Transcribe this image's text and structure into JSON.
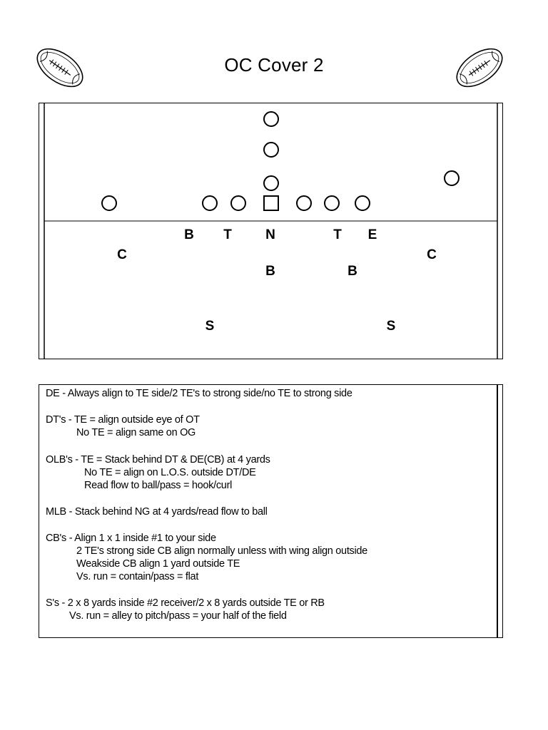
{
  "title": "OC Cover 2",
  "icons": {
    "left_ball": "football-icon",
    "right_ball": "football-icon"
  },
  "field": {
    "offense_count": 11,
    "defense_labels": {
      "de_left": "B",
      "dt_left": "T",
      "ng": "N",
      "dt_right": "T",
      "de_right": "E",
      "cb_left": "C",
      "cb_right": "C",
      "mlb": "B",
      "olb": "B",
      "s_left": "S",
      "s_right": "S"
    }
  },
  "notes": {
    "lines": [
      "DE - Always align to TE side/2 TE's to strong side/no TE to strong side",
      "DT's - TE = align outside eye of OT",
      "No TE = align same on OG",
      "OLB's - TE = Stack behind DT & DE(CB) at 4 yards",
      "No TE = align on L.O.S. outside DT/DE",
      "Read flow to ball/pass = hook/curl",
      "MLB - Stack behind NG at 4 yards/read flow to ball",
      "CB's - Align 1 x 1 inside #1 to your side",
      "2 TE's strong side CB align normally unless with wing align outside",
      "Weakside CB align 1 yard outside TE",
      "Vs. run = contain/pass = flat",
      "S's - 2 x 8 yards inside #2 receiver/2 x 8 yards outside TE or RB",
      "Vs. run = alley to pitch/pass = your half of the field"
    ]
  }
}
